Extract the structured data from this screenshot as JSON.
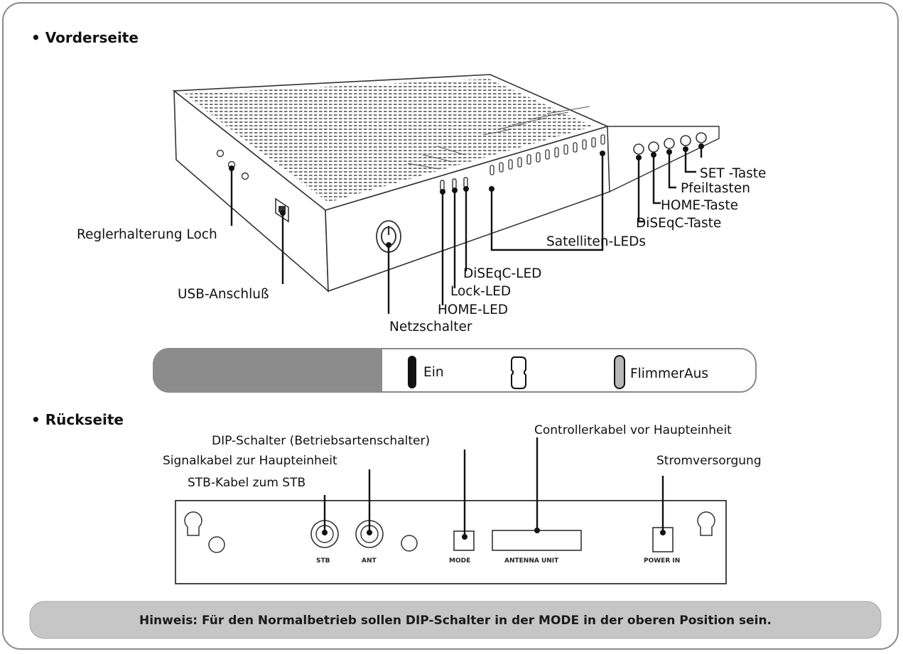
{
  "front": {
    "heading": "• Vorderseite",
    "labels": {
      "regler": "Reglerhalterung Loch",
      "usb": "USB-Anschluß",
      "netz": "Netzschalter",
      "home_led": "HOME-LED",
      "lock_led": "Lock-LED",
      "diseqc_led": "DiSEqC-LED",
      "sat_leds": "Satelliten-LEDs",
      "diseqc_taste": "DiSEqC-Taste",
      "home_taste": "HOME-Taste",
      "pfeil": "Pfeiltasten",
      "set": "SET -Taste"
    }
  },
  "legend": {
    "on": "Ein",
    "flicker_off": "FlimmerAus"
  },
  "back": {
    "heading": "• Rückseite",
    "labels": {
      "dip": "DIP-Schalter (Betriebsartenschalter)",
      "signal": "Signalkabel zur Haupteinheit",
      "stb_cable": "STB-Kabel zum STB",
      "controller": "Controllerkabel vor Haupteinheit",
      "power": "Stromversorgung"
    },
    "ports": {
      "stb": "STB",
      "ant": "ANT",
      "mode": "MODE",
      "antenna_unit": "ANTENNA UNIT",
      "power_in": "POWER IN"
    }
  },
  "note": "Hinweis: Für den Normalbetrieb sollen DIP-Schalter in der MODE in der oberen Position sein."
}
